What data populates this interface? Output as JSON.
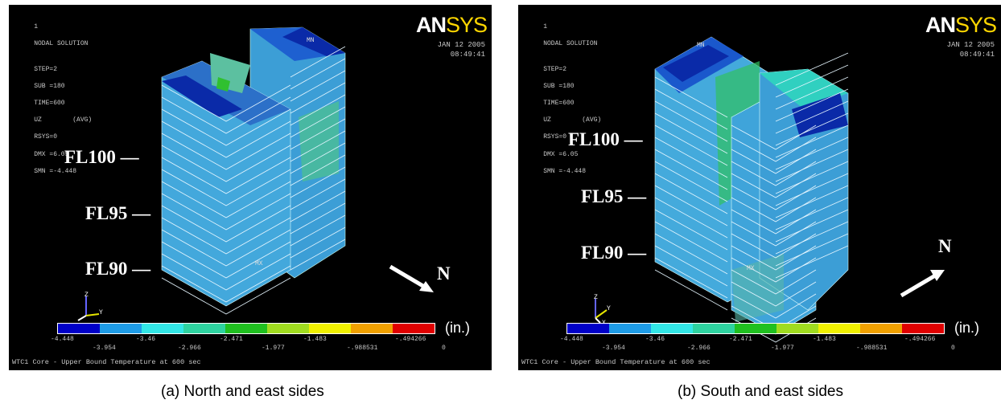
{
  "panels": [
    {
      "window_id": "1",
      "info_lines": [
        "NODAL SOLUTION",
        "",
        "STEP=2",
        "SUB =180",
        "TIME=600",
        "UZ        (AVG)",
        "RSYS=0",
        "DMX =6.05",
        "SMN =-4.448"
      ],
      "date": "JAN 12 2005",
      "time": "08:49:41",
      "logo_a": "AN",
      "logo_b": "SYS",
      "mn_label": "MN",
      "mx_label": "MX",
      "floor_labels": [
        "FL100",
        "FL95",
        "FL90"
      ],
      "north": "N",
      "unit": "(in.)",
      "legend_top": [
        "-4.448",
        "-3.46",
        "-2.471",
        "-1.483",
        "-.494266"
      ],
      "legend_bottom": [
        "-3.954",
        "-2.966",
        "-1.977",
        "-.988531",
        "0"
      ],
      "footer": "WTC1 Core - Upper Bound Temperature at 600 sec",
      "caption": "(a) North and east sides"
    },
    {
      "window_id": "1",
      "info_lines": [
        "NODAL SOLUTION",
        "",
        "STEP=2",
        "SUB =180",
        "TIME=600",
        "UZ        (AVG)",
        "RSYS=0",
        "DMX =6.05",
        "SMN =-4.448"
      ],
      "date": "JAN 12 2005",
      "time": "08:49:41",
      "logo_a": "AN",
      "logo_b": "SYS",
      "mn_label": "MN",
      "mx_label": "MX",
      "floor_labels": [
        "FL100",
        "FL95",
        "FL90"
      ],
      "north": "N",
      "unit": "(in.)",
      "legend_top": [
        "-4.448",
        "-3.46",
        "-2.471",
        "-1.483",
        "-.494266"
      ],
      "legend_bottom": [
        "-3.954",
        "-2.966",
        "-1.977",
        "-.988531",
        "0"
      ],
      "footer": "WTC1 Core - Upper Bound Temperature at 600 sec",
      "caption": "(b) South and east sides"
    }
  ],
  "legend_colors": [
    "#0000c8",
    "#1e9be6",
    "#32e6e6",
    "#2ed3a0",
    "#20c020",
    "#a0dc20",
    "#f0f000",
    "#f0a000",
    "#e00000"
  ],
  "axis_labels": {
    "z": "Z",
    "y": "Y",
    "x": "X"
  }
}
